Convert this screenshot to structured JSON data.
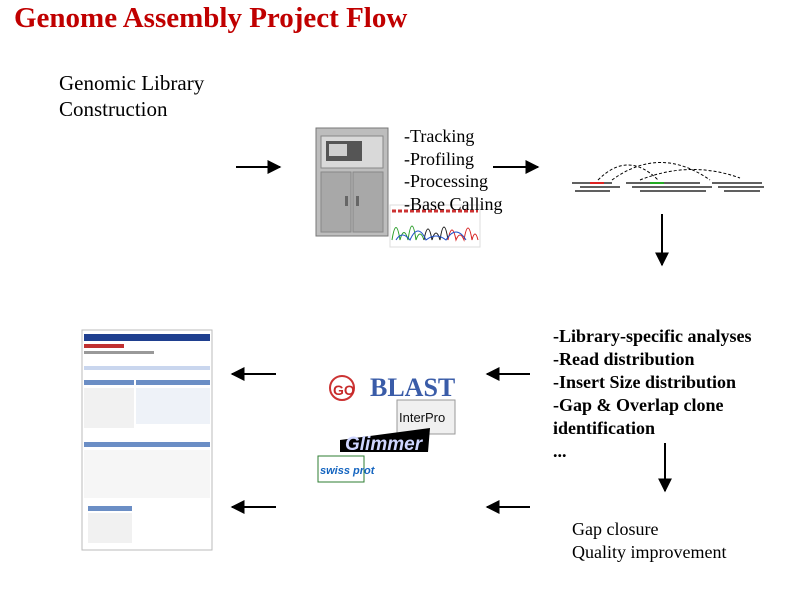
{
  "header": {
    "title": "Genome Assembly Project Flow"
  },
  "step_library": {
    "lines": [
      "Genomic Library",
      "Construction"
    ]
  },
  "step_sequencing": {
    "lines": [
      "-Tracking",
      "-Profiling",
      "-Processing",
      "-Base Calling"
    ]
  },
  "step_analysis": {
    "lines": [
      "-Library-specific analyses",
      "-Read distribution",
      "-Insert Size distribution",
      "-Gap & Overlap clone",
      "identification",
      "..."
    ]
  },
  "step_finishing": {
    "lines": [
      "Gap closure",
      "Quality improvement"
    ]
  },
  "logos": {
    "go": "GO",
    "blast": "BLAST",
    "interpro": "InterPro",
    "glimmer": "Glimmer",
    "swissprot": "swiss prot"
  },
  "colors": {
    "title": "#c00000",
    "report_header": "#1f3f8f",
    "report_band": "#6b8ec5"
  }
}
